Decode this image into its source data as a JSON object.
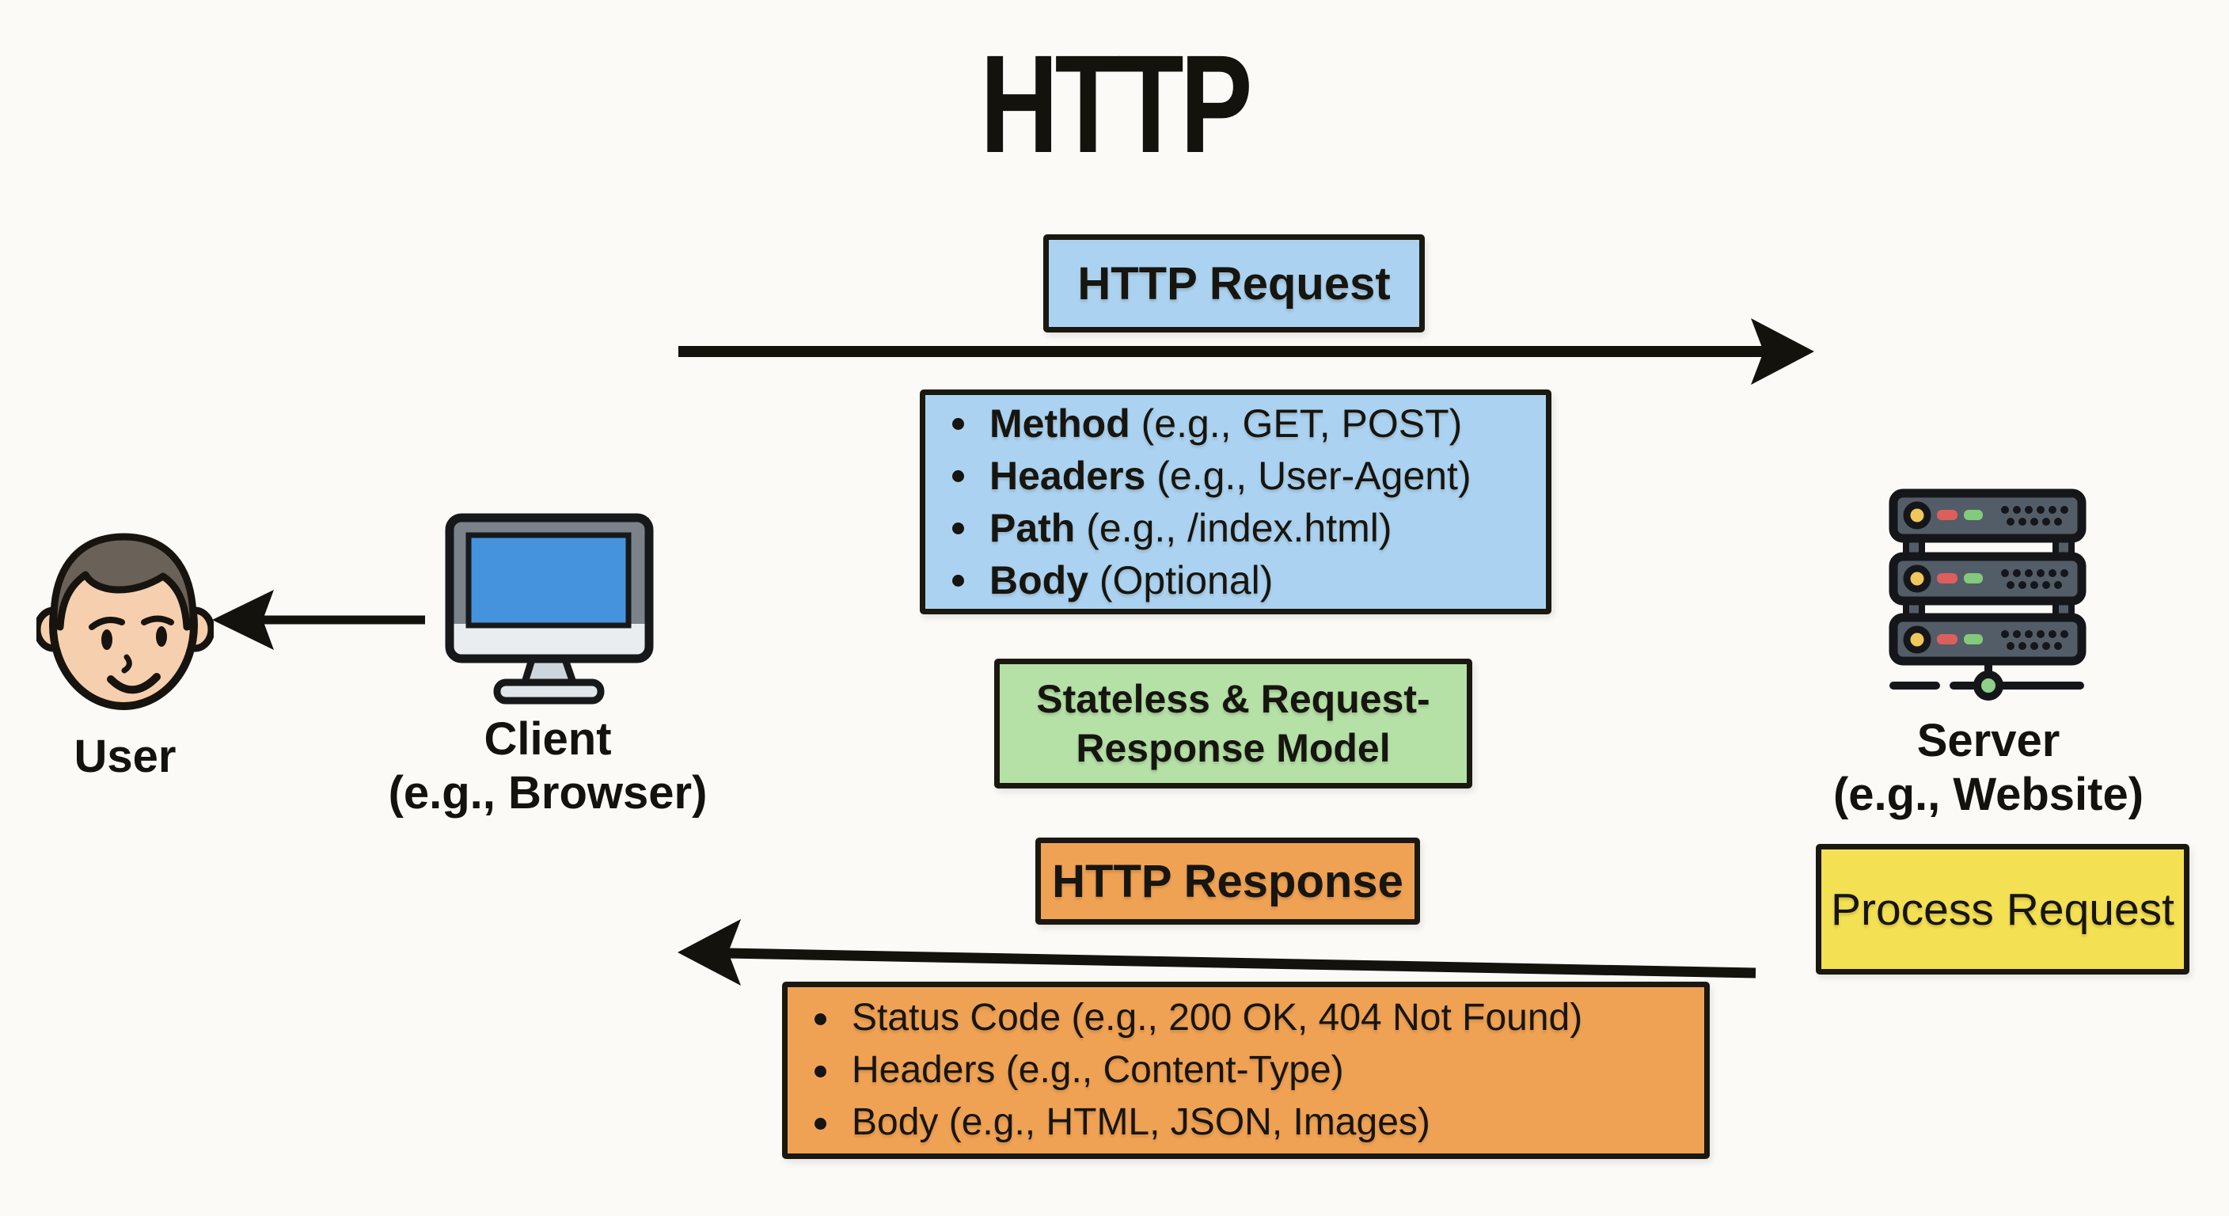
{
  "title": "HTTP",
  "colors": {
    "ink": "#17150f",
    "blue_box": "#abd3f1",
    "green_box": "#b5e1a7",
    "orange_box": "#f0a254",
    "yellow_box": "#f3e053",
    "screen_blue": "#4593dd",
    "background": "#fbfaf7"
  },
  "icons": {
    "user": "user-avatar-icon",
    "client": "client-monitor-icon",
    "server": "server-rack-icon"
  },
  "request": {
    "label": "HTTP Request",
    "details": [
      {
        "keyword": "Method",
        "rest": " (e.g., GET, POST)"
      },
      {
        "keyword": "Headers",
        "rest": " (e.g., User-Agent)"
      },
      {
        "keyword": "Path",
        "rest": " (e.g., /index.html)"
      },
      {
        "keyword": "Body",
        "rest": " (Optional)"
      }
    ]
  },
  "model_note": {
    "line1": "Stateless & Request-",
    "line2": "Response Model"
  },
  "response": {
    "label": "HTTP Response",
    "details": [
      "Status Code (e.g., 200 OK, 404 Not Found)",
      "Headers (e.g., Content-Type)",
      "Body (e.g., HTML, JSON, Images)"
    ]
  },
  "server_action": {
    "label": "Process Request"
  },
  "actors": {
    "user": {
      "label": "User"
    },
    "client": {
      "label": "Client",
      "sublabel": "(e.g., Browser)"
    },
    "server": {
      "label": "Server",
      "sublabel": "(e.g., Website)"
    }
  }
}
